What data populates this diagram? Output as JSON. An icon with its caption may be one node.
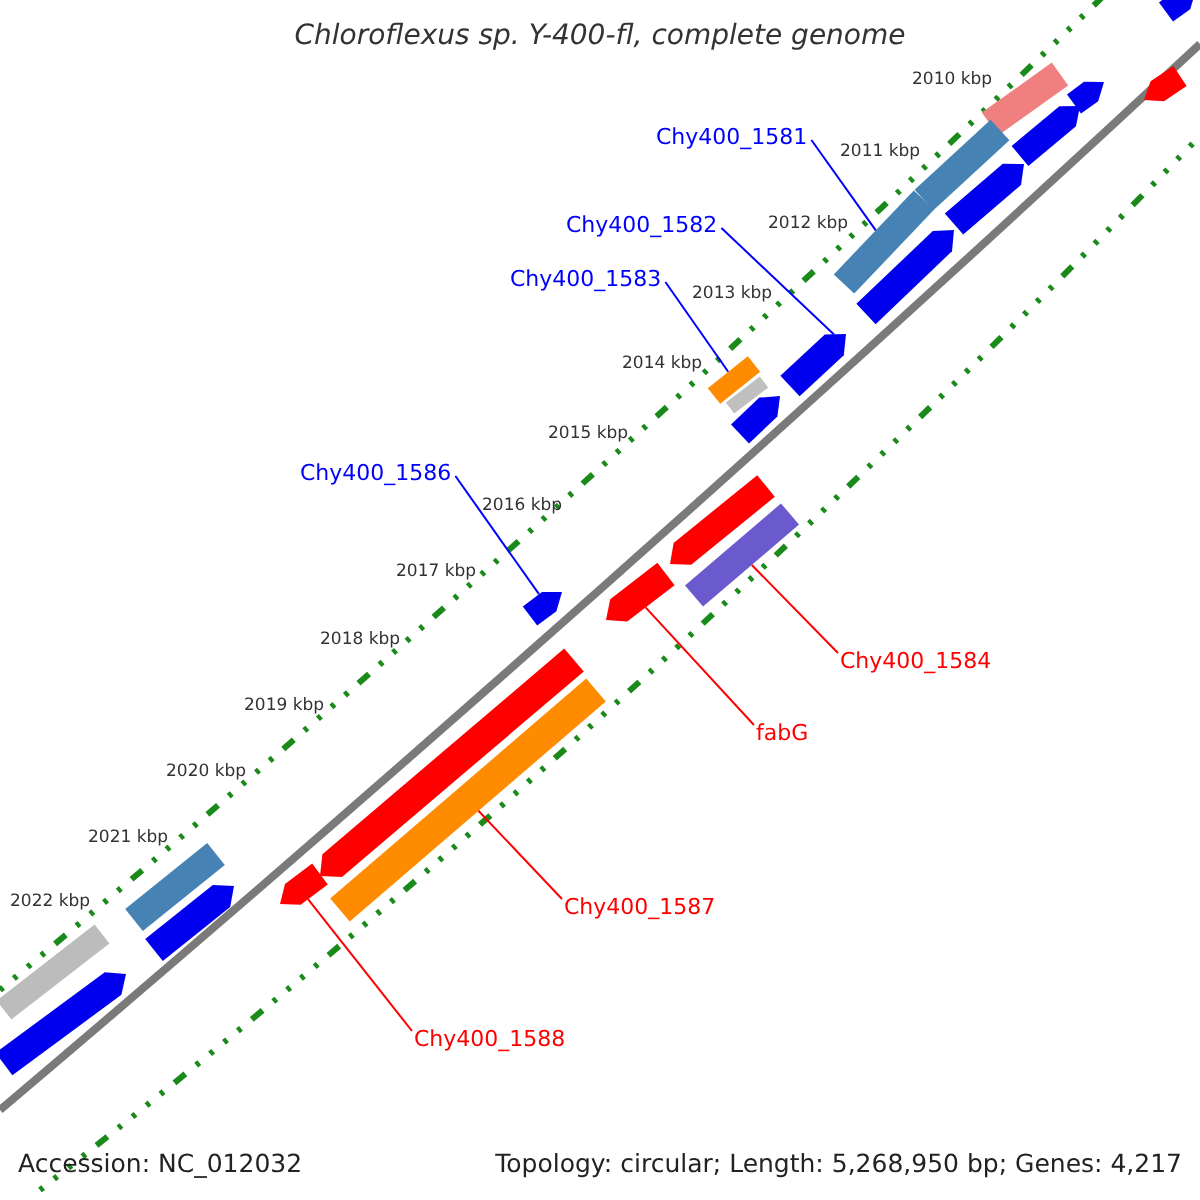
{
  "diagram": {
    "title": "Chloroflexus sp. Y-400-fl, complete genome",
    "nodes": [
      {
        "text": [
          "Chy400_1581"
        ]
      },
      {
        "text": [
          "Chy400_1582"
        ]
      },
      {
        "text": [
          "Chy400_1583"
        ]
      },
      {
        "text": [
          "Chy400_1586"
        ]
      },
      {
        "text": [
          "Chy400_1584"
        ]
      },
      {
        "text": [
          "fabG"
        ]
      },
      {
        "text": [
          "Chy400_1587"
        ]
      },
      {
        "text": [
          "Chy400_1588"
        ]
      },
      {
        "text": [],
        "shape": "arrow"
      },
      {
        "text": [],
        "shape": "bar"
      },
      {
        "text": [],
        "shape": "arrow"
      },
      {
        "text": [],
        "shape": "arrow"
      },
      {
        "text": [],
        "shape": "arrow"
      },
      {
        "text": [],
        "shape": "bar"
      },
      {
        "text": [],
        "shape": "arrow"
      },
      {
        "text": [],
        "shape": "bar"
      },
      {
        "text": [],
        "shape": "arrow"
      },
      {
        "text": [],
        "shape": "arrow"
      },
      {
        "text": [],
        "shape": "bar"
      },
      {
        "text": [],
        "shape": "bar"
      },
      {
        "text": [],
        "shape": "arrow"
      },
      {
        "text": [],
        "shape": "arrow"
      },
      {
        "text": [],
        "shape": "bar"
      },
      {
        "text": [],
        "shape": "arrow"
      },
      {
        "text": [],
        "shape": "arrow"
      },
      {
        "text": [],
        "shape": "arrow"
      },
      {
        "text": [],
        "shape": "bar"
      },
      {
        "text": [],
        "shape": "bar"
      },
      {
        "text": [],
        "shape": "arrow"
      },
      {
        "text": [],
        "shape": "arrow"
      },
      {
        "text": [],
        "shape": "bar"
      },
      {
        "text": [],
        "shape": "arrow"
      }
    ],
    "edges": [
      {
        "from": 0,
        "to": 15,
        "arrow": "none",
        "color": "#0000ff"
      },
      {
        "from": 1,
        "to": 17,
        "arrow": "none",
        "color": "#0000ff"
      },
      {
        "from": 2,
        "to": 18,
        "arrow": "none",
        "color": "#0000ff"
      },
      {
        "from": 3,
        "to": 23,
        "arrow": "none",
        "color": "#0000ff"
      },
      {
        "from": 4,
        "to": 22,
        "arrow": "none",
        "color": "#ff0000"
      },
      {
        "from": 5,
        "to": 24,
        "arrow": "none",
        "color": "#ff0000"
      },
      {
        "from": 6,
        "to": 26,
        "arrow": "none",
        "color": "#ff0000"
      },
      {
        "from": 7,
        "to": 28,
        "arrow": "none",
        "color": "#ff0000"
      }
    ],
    "labels": [
      "2010 kbp",
      "2011 kbp",
      "2012 kbp",
      "2013 kbp",
      "2014 kbp",
      "2015 kbp",
      "2016 kbp",
      "2017 kbp",
      "2018 kbp",
      "2019 kbp",
      "2020 kbp",
      "2021 kbp",
      "2022 kbp",
      "Accession: NC_012032",
      "Topology: circular; Length: 5,268,950 bp; Genes: 4,217"
    ]
  }
}
